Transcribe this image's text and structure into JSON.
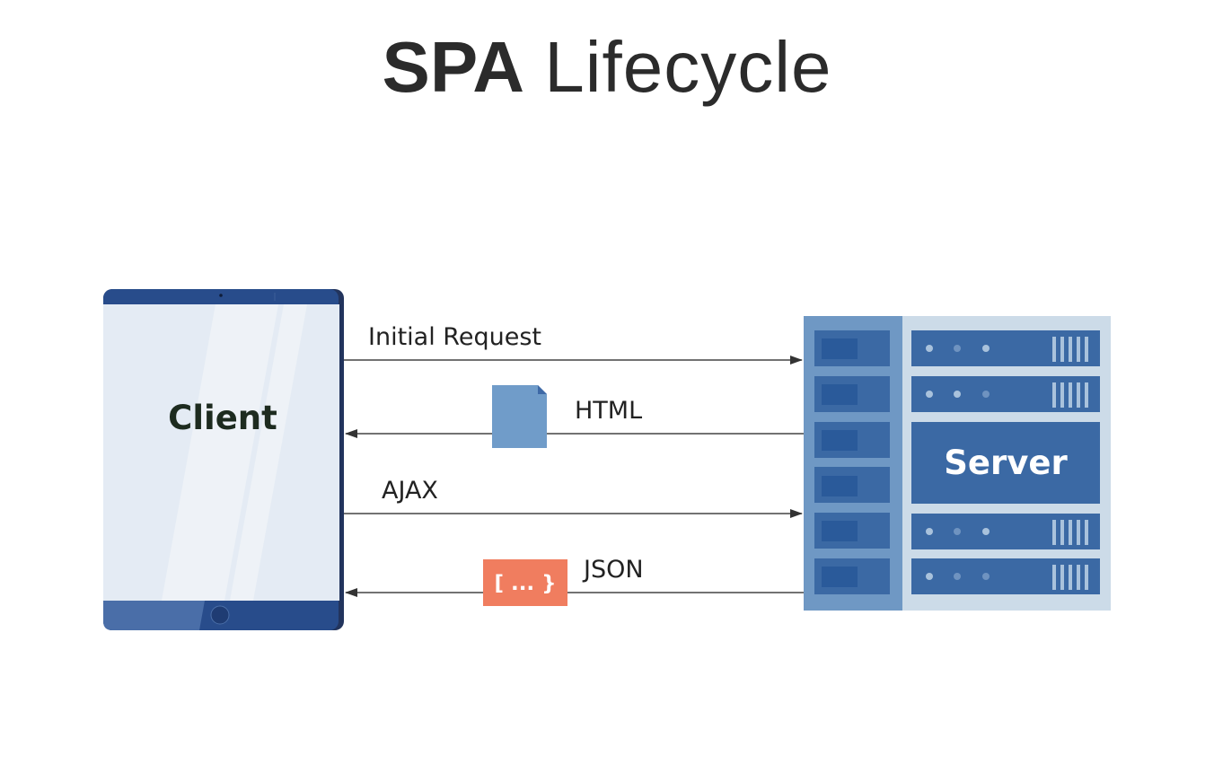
{
  "title": {
    "bold": "SPA",
    "light": "Lifecycle"
  },
  "client": {
    "label": "Client"
  },
  "server": {
    "label": "Server"
  },
  "flows": {
    "initial_request": "Initial Request",
    "html": "HTML",
    "ajax": "AJAX",
    "json": "JSON"
  },
  "json_badge": "[ ... }",
  "icons": {
    "document": "document-icon",
    "json": "json-badge-icon",
    "tablet": "tablet-icon",
    "server": "server-rack-icon"
  },
  "colors": {
    "tablet_frame": "#2a4d8f",
    "tablet_screen": "#e4ebf4",
    "server_blue": "#3b69a4",
    "server_bg": "#ccdbe8",
    "doc_blue": "#709cc9",
    "json_orange": "#f07d5f",
    "arrow": "#333333"
  }
}
